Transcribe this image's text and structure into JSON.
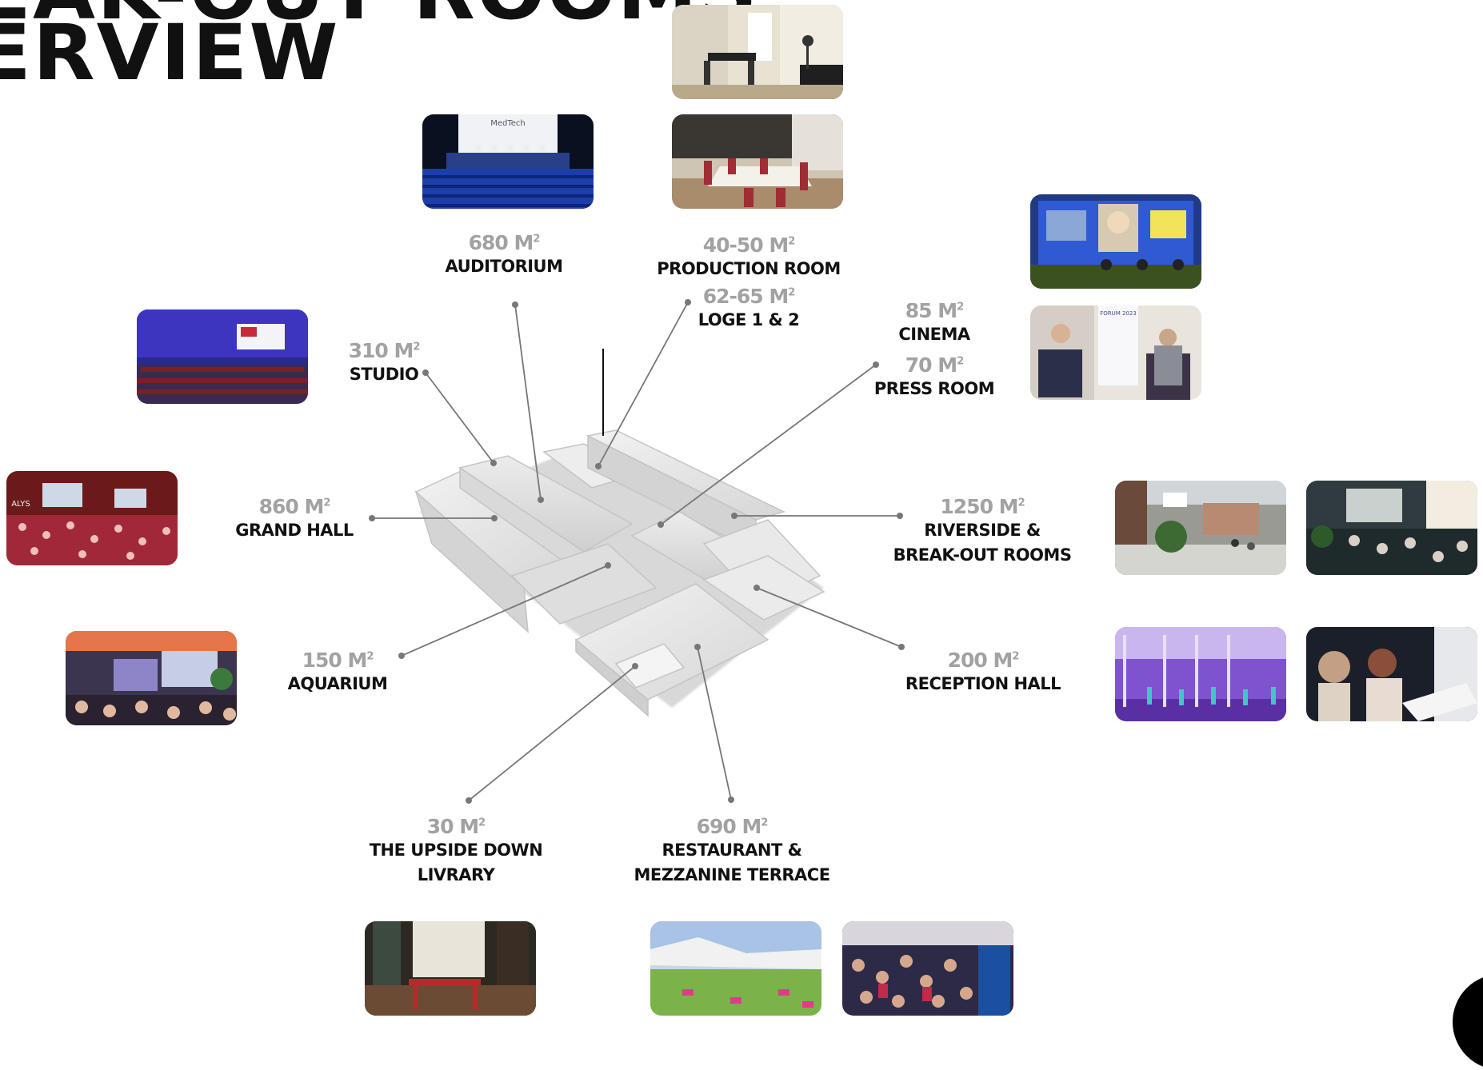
{
  "title": {
    "line1": "EAK-OUT ROOMS",
    "line2": "ERVIEW"
  },
  "area_unit_sup": "2",
  "rooms": [
    {
      "id": "auditorium",
      "area": "680 M",
      "name": "AUDITORIUM"
    },
    {
      "id": "production",
      "area": "40-50 M",
      "name": "PRODUCTION ROOM"
    },
    {
      "id": "loge",
      "area": "62-65 M",
      "name": "LOGE 1 & 2"
    },
    {
      "id": "studio",
      "area": "310 M",
      "name": "STUDIO"
    },
    {
      "id": "cinema",
      "area": "85 M",
      "name": "CINEMA"
    },
    {
      "id": "press",
      "area": "70 M",
      "name": "PRESS ROOM"
    },
    {
      "id": "grandhall",
      "area": "860 M",
      "name": "GRAND HALL"
    },
    {
      "id": "riverside",
      "area": "1250 M",
      "name": "RIVERSIDE &",
      "name2": "BREAK-OUT ROOMS"
    },
    {
      "id": "aquarium",
      "area": "150 M",
      "name": "AQUARIUM"
    },
    {
      "id": "reception",
      "area": "200 M",
      "name": "RECEPTION HALL"
    },
    {
      "id": "library",
      "area": "30 M",
      "name": "THE UPSIDE DOWN",
      "name2": "LIVRARY"
    },
    {
      "id": "restaurant",
      "area": "690 M",
      "name": "RESTAURANT &",
      "name2": "MEZZANINE TERRACE"
    }
  ],
  "photos": [
    {
      "id": "production-1",
      "theme": "meeting-room-light"
    },
    {
      "id": "production-2",
      "theme": "meeting-room-red-chairs"
    },
    {
      "id": "auditorium",
      "theme": "auditorium-blue-stage",
      "sign": "MedTech"
    },
    {
      "id": "cinema",
      "theme": "panel-screen"
    },
    {
      "id": "press",
      "theme": "press-interview",
      "sign": "FORUM 2023"
    },
    {
      "id": "studio",
      "theme": "studio-blue-seats"
    },
    {
      "id": "grandhall",
      "theme": "grand-hall-crowd",
      "sign": "ALYS"
    },
    {
      "id": "riverside-1",
      "theme": "riverside-corridor"
    },
    {
      "id": "riverside-2",
      "theme": "breakout-room"
    },
    {
      "id": "aquarium",
      "theme": "aquarium-stage"
    },
    {
      "id": "reception-1",
      "theme": "reception-purple"
    },
    {
      "id": "reception-2",
      "theme": "registration-desk"
    },
    {
      "id": "library",
      "theme": "library-red-table"
    },
    {
      "id": "restaurant-1",
      "theme": "mezzanine-terrace"
    },
    {
      "id": "restaurant-2",
      "theme": "restaurant-crowd"
    }
  ],
  "colors": {
    "leader": "#777777",
    "area": "#a2a2a2",
    "name": "#111111",
    "building": "#e2e2e2"
  }
}
